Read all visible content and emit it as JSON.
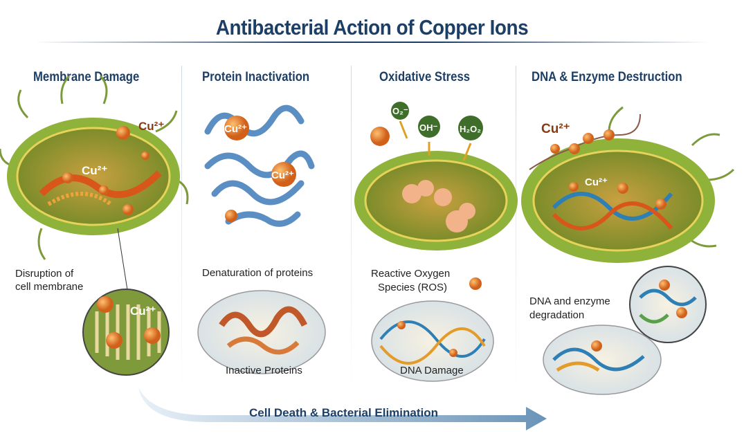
{
  "title": "Antibacterial Action of Copper Ions",
  "panels": [
    {
      "heading": "Membrane Damage",
      "ion": "Cu2+",
      "ion_label_a": "Cu²⁺",
      "ion_label_b": "Cu²⁺",
      "ion_label_c": "Cu²⁺",
      "caption_line1": "Disruption of",
      "caption_line2": "cell membrane"
    },
    {
      "heading": "Protein Inactivation",
      "ion_label_a": "Cu²⁺",
      "ion_label_b": "Cu²⁺",
      "caption": "Denaturation of proteins",
      "inset_caption": "Inactive Proteins"
    },
    {
      "heading": "Oxidative Stress",
      "species": [
        "O₂⁻",
        "OH⁻",
        "H₂O₂"
      ],
      "caption_line1": "Reactive Oxygen",
      "caption_line2": "Species (ROS)",
      "inset_caption": "DNA Damage"
    },
    {
      "heading": "DNA & Enzyme Destruction",
      "ion_label_a": "Cu²⁺",
      "ion_label_b": "Cu²⁺",
      "caption_line1": "DNA and enzyme",
      "caption_line2": "degradation"
    }
  ],
  "bottom_arrow_label": "Cell Death & Bacterial Elimination",
  "colors": {
    "title": "#1d3f66",
    "cell_green": "#7a9a2a",
    "copper": "#e0741f",
    "protein_blue": "#5b8fc4"
  }
}
